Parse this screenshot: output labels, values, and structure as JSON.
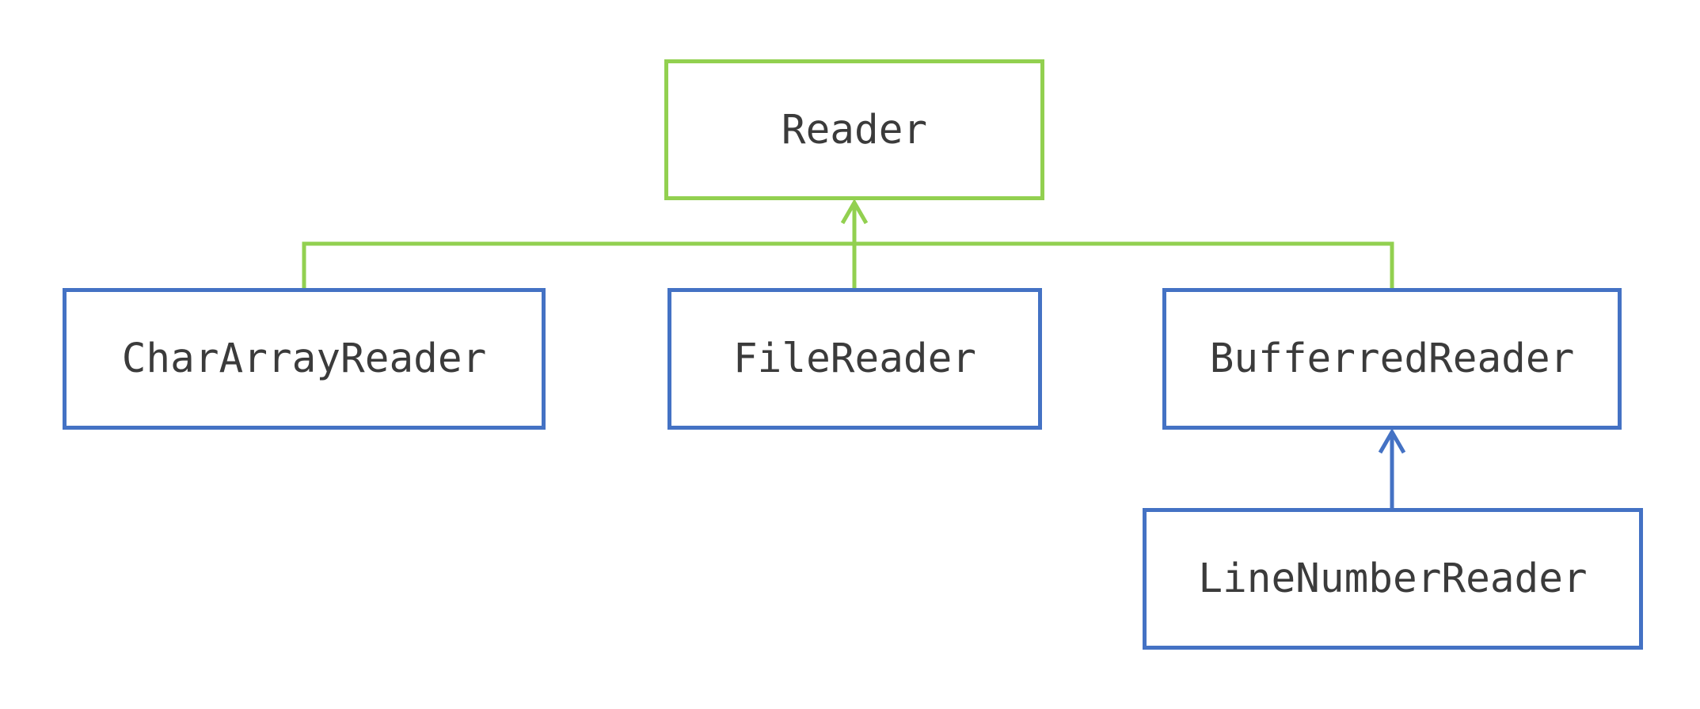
{
  "colors": {
    "parent_border": "#92d050",
    "child_border": "#4472c4",
    "text": "#3b3b3b",
    "background": "#ffffff"
  },
  "nodes": {
    "reader": {
      "label": "Reader",
      "color": "#92d050"
    },
    "char_array_reader": {
      "label": "CharArrayReader",
      "color": "#4472c4"
    },
    "file_reader": {
      "label": "FileReader",
      "color": "#4472c4"
    },
    "buffered_reader": {
      "label": "BufferredReader",
      "color": "#4472c4"
    },
    "line_number_reader": {
      "label": "LineNumberReader",
      "color": "#4472c4"
    }
  },
  "edges": [
    {
      "from": "char_array_reader",
      "to": "reader",
      "type": "inheritance",
      "color": "#92d050"
    },
    {
      "from": "file_reader",
      "to": "reader",
      "type": "inheritance",
      "color": "#92d050"
    },
    {
      "from": "buffered_reader",
      "to": "reader",
      "type": "inheritance",
      "color": "#92d050"
    },
    {
      "from": "line_number_reader",
      "to": "buffered_reader",
      "type": "inheritance",
      "color": "#4472c4"
    }
  ]
}
